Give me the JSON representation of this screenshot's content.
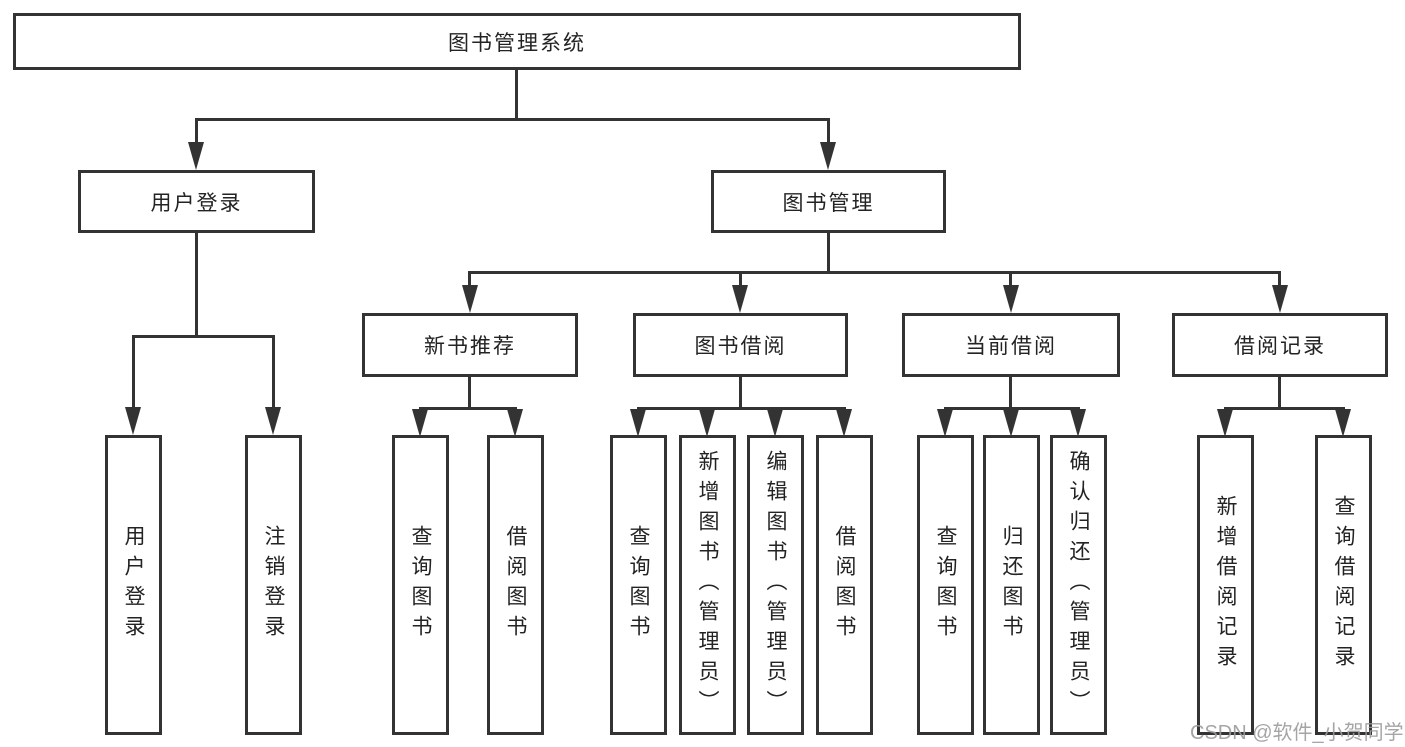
{
  "diagram_title": "图书管理系统",
  "tree": {
    "label": "图书管理系统",
    "children": [
      {
        "label": "用户登录",
        "children": [
          {
            "label": "用户登录"
          },
          {
            "label": "注销登录"
          }
        ]
      },
      {
        "label": "图书管理",
        "children": [
          {
            "label": "新书推荐",
            "children": [
              {
                "label": "查询图书"
              },
              {
                "label": "借阅图书"
              }
            ]
          },
          {
            "label": "图书借阅",
            "children": [
              {
                "label": "查询图书"
              },
              {
                "label": "新增图书（管理员）"
              },
              {
                "label": "编辑图书（管理员）"
              },
              {
                "label": "借阅图书"
              }
            ]
          },
          {
            "label": "当前借阅",
            "children": [
              {
                "label": "查询图书"
              },
              {
                "label": "归还图书"
              },
              {
                "label": "确认归还（管理员）"
              }
            ]
          },
          {
            "label": "借阅记录",
            "children": [
              {
                "label": "新增借阅记录"
              },
              {
                "label": "查询借阅记录"
              }
            ]
          }
        ]
      }
    ]
  },
  "watermark": {
    "text": "CSDN @软件_小贺同学",
    "color": "#9c9c9c"
  },
  "colors": {
    "line": "#333333",
    "text": "#232323",
    "background": "#ffffff"
  }
}
